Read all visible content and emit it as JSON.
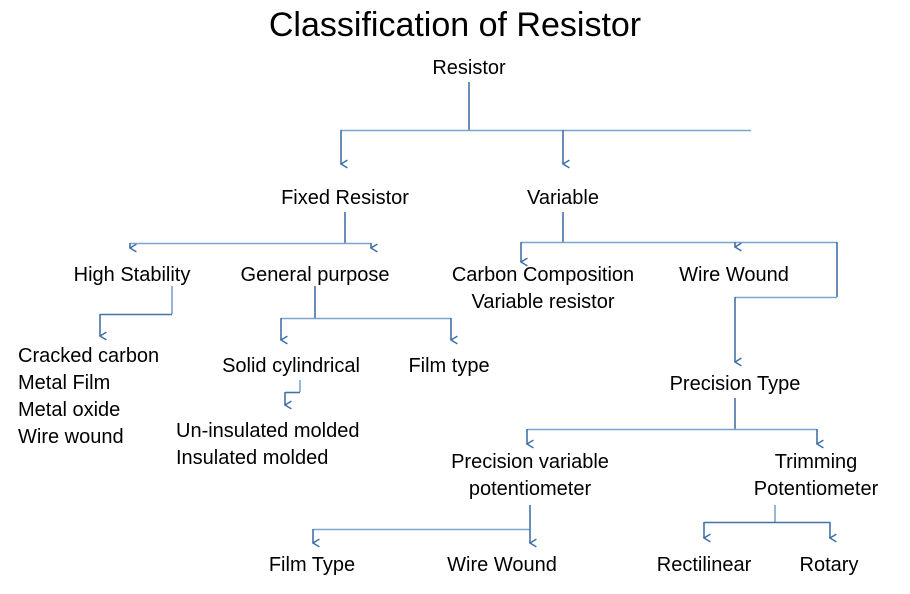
{
  "diagram": {
    "title": "Classification of Resistor",
    "line_color": "#4472a8",
    "line_color_light": "#7ba3d0",
    "text_color": "#000000",
    "nodes": {
      "root": "Resistor",
      "fixed": "Fixed Resistor",
      "variable": "Variable",
      "high_stability": "High Stability",
      "general_purpose": "General purpose",
      "carbon_composition": "Carbon Composition",
      "carbon_composition_2": "Variable resistor",
      "wire_wound_top": "Wire Wound",
      "cracked_carbon": "Cracked carbon",
      "metal_film": "Metal Film",
      "metal_oxide": "Metal oxide",
      "wire_wound_leaf": "Wire wound",
      "solid_cylindrical": "Solid cylindrical",
      "film_type_fixed": "Film type",
      "un_insulated_molded": "Un-insulated molded",
      "insulated_molded": "Insulated molded",
      "precision_type": "Precision Type",
      "precision_variable_potentiometer": "Precision variable",
      "precision_variable_potentiometer_2": "potentiometer",
      "trimming_potentiometer": "Trimming",
      "trimming_potentiometer_2": "Potentiometer",
      "film_type_bottom": "Film Type",
      "wire_wound_bottom": "Wire Wound",
      "rectilinear": "Rectilinear",
      "rotary": "Rotary"
    }
  }
}
